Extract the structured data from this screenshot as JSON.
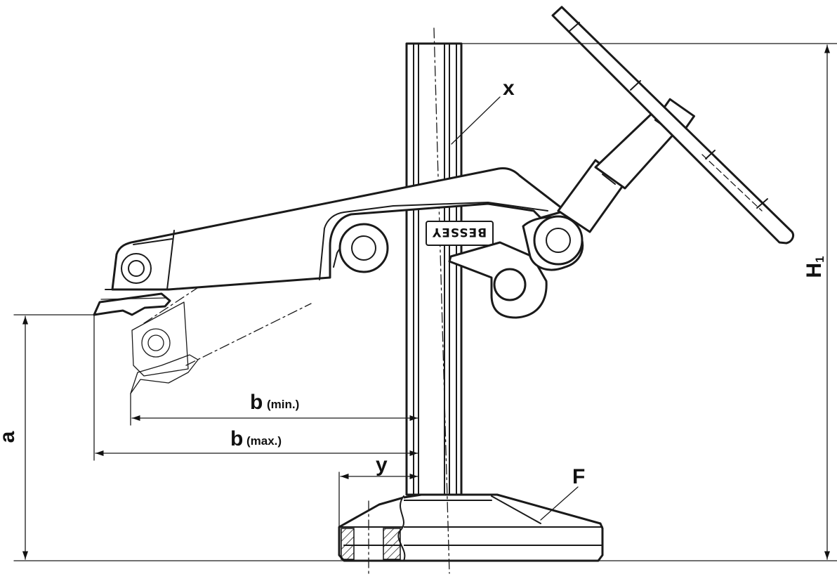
{
  "diagram": {
    "brand_logo_text": "BESSEY",
    "labels": {
      "x": "x",
      "F": "F",
      "y": "y",
      "a": "a",
      "b_min": "b",
      "b_min_note": "(min.)",
      "b_max": "b",
      "b_max_note": "(max.)",
      "H": "H",
      "H_sub": "1"
    }
  }
}
